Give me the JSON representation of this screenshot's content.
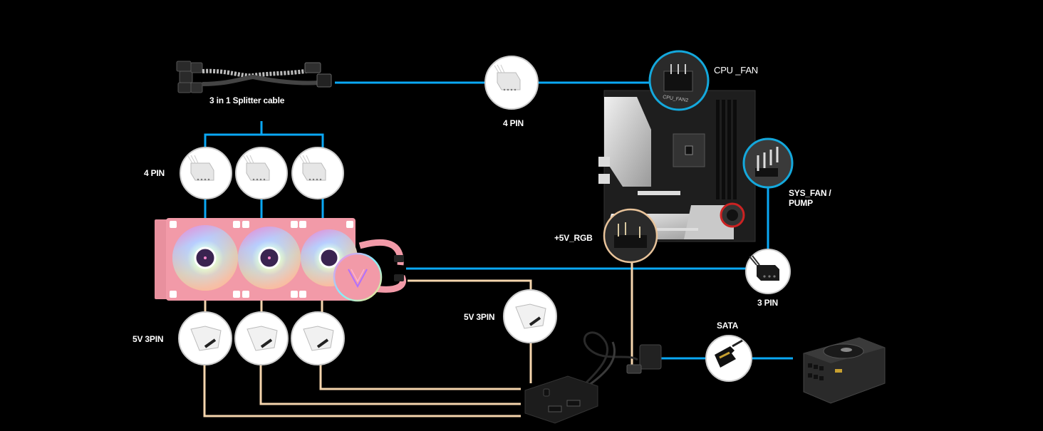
{
  "diagram": {
    "title": "AIO liquid cooler wiring diagram",
    "colors": {
      "background": "#000000",
      "pwm_line": "#0aa8f5",
      "argb_line": "#f5d5ad",
      "connector_bg": "#ffffff",
      "cooler_pink": "#f29aa8"
    },
    "labels": {
      "splitter_cable": "3 in 1 Splitter cable",
      "fan_4pin": "4 PIN",
      "top_4pin": "4 PIN",
      "cpu_fan": "CPU _FAN",
      "sys_fan_line1": "SYS_FAN /",
      "sys_fan_line2": "PUMP",
      "rgb_header": "+5V_RGB",
      "pump_3pin": "3 PIN",
      "fan_5v_3pin": "5V 3PIN",
      "pump_5v_3pin": "5V 3PIN",
      "sata": "SATA"
    },
    "components": [
      {
        "id": "splitter-cable",
        "name": "3 in 1 Splitter cable"
      },
      {
        "id": "fan-4pin-connectors",
        "count": 3,
        "type": "4 PIN"
      },
      {
        "id": "aio-cooler",
        "fans": 3,
        "pump_head": 1
      },
      {
        "id": "fan-argb-connectors",
        "count": 3,
        "type": "5V 3PIN"
      },
      {
        "id": "pump-argb-connector",
        "type": "5V 3PIN"
      },
      {
        "id": "argb-hub"
      },
      {
        "id": "motherboard",
        "headers": [
          "CPU _FAN",
          "SYS_FAN / PUMP",
          "+5V_RGB"
        ]
      },
      {
        "id": "pump-3pin-connector",
        "type": "3 PIN"
      },
      {
        "id": "sata-connector",
        "type": "SATA"
      },
      {
        "id": "psu"
      }
    ],
    "connections": [
      {
        "from": "Splitter cable",
        "to": "CPU _FAN",
        "via": "4 PIN",
        "kind": "pwm"
      },
      {
        "from": "Splitter cable",
        "to": "Fan x3",
        "via": "4 PIN",
        "kind": "pwm"
      },
      {
        "from": "Pump",
        "to": "SYS_FAN / PUMP",
        "via": "3 PIN",
        "kind": "pwm"
      },
      {
        "from": "Fan x3",
        "to": "ARGB hub",
        "via": "5V 3PIN",
        "kind": "argb"
      },
      {
        "from": "Pump",
        "to": "ARGB hub",
        "via": "5V 3PIN",
        "kind": "argb"
      },
      {
        "from": "ARGB hub",
        "to": "+5V_RGB",
        "kind": "argb"
      },
      {
        "from": "ARGB hub",
        "to": "PSU",
        "via": "SATA",
        "kind": "power"
      }
    ]
  }
}
